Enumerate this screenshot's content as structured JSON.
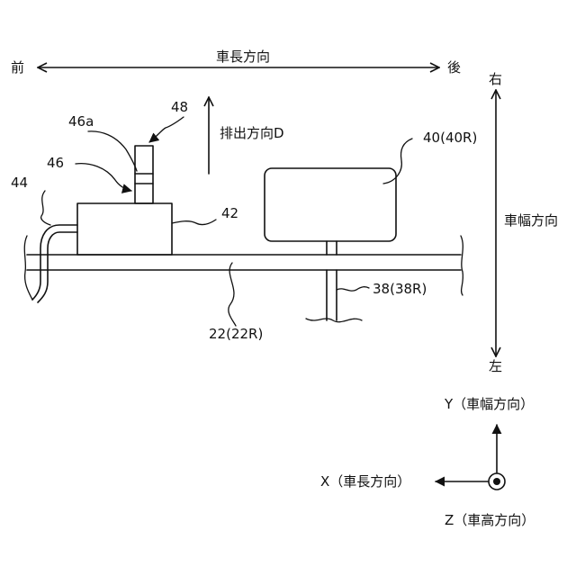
{
  "directions": {
    "front": "前",
    "rear": "後",
    "length_direction": "車長方向",
    "right": "右",
    "left": "左",
    "width_direction": "車幅方向",
    "discharge_direction": "排出方向D"
  },
  "labels": {
    "frame": "22(22R)",
    "bracket": "38(38R)",
    "tank": "40(40R)",
    "box": "42",
    "hose": "44",
    "pipe": "46",
    "pipe_upper": "46a",
    "outlet": "48"
  },
  "axes": {
    "y": "Y（車幅方向）",
    "x": "X（車長方向）",
    "z": "Z（車高方向）"
  }
}
